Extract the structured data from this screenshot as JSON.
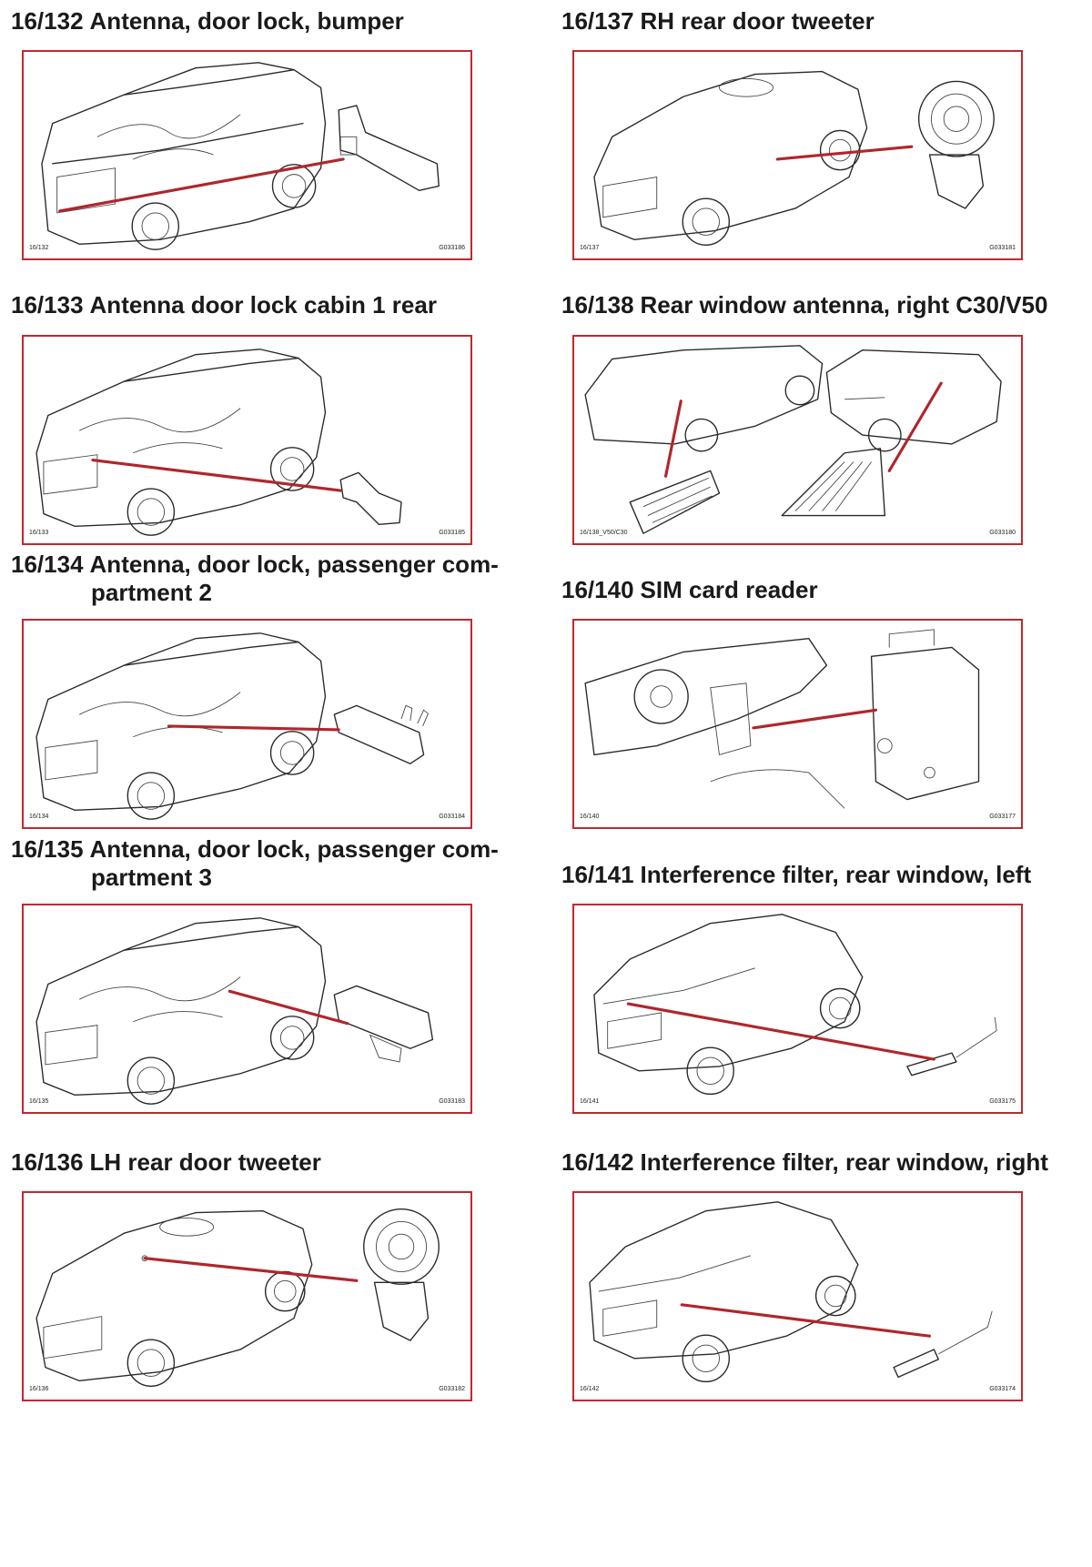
{
  "sections": [
    {
      "num": "16/132",
      "title": "Antenna, door lock, bumper",
      "title_cont": "",
      "ref": "16/132",
      "code": "G033186"
    },
    {
      "num": "16/133",
      "title": "Antenna door lock cabin 1 rear",
      "title_cont": "",
      "ref": "16/133",
      "code": "G033185"
    },
    {
      "num": "16/134",
      "title": "Antenna, door lock, passenger com-",
      "title_cont": "partment 2",
      "ref": "16/134",
      "code": "G033184"
    },
    {
      "num": "16/135",
      "title": "Antenna, door lock, passenger com-",
      "title_cont": "partment 3",
      "ref": "16/135",
      "code": "G033183"
    },
    {
      "num": "16/136",
      "title": "LH rear door tweeter",
      "title_cont": "",
      "ref": "16/136",
      "code": "G033182"
    },
    {
      "num": "16/137",
      "title": "RH rear door tweeter",
      "title_cont": "",
      "ref": "16/137",
      "code": "G033181"
    },
    {
      "num": "16/138",
      "title": "Rear window antenna, right C30/V50",
      "title_cont": "",
      "ref": "16/138_V50/C30",
      "code": "G033180"
    },
    {
      "num": "16/140",
      "title": "SIM card reader",
      "title_cont": "",
      "ref": "16/140",
      "code": "G033177"
    },
    {
      "num": "16/141",
      "title": "Interference filter, rear window, left",
      "title_cont": "",
      "ref": "16/141",
      "code": "G033175"
    },
    {
      "num": "16/142",
      "title": "Interference filter, rear window, right",
      "title_cont": "",
      "ref": "16/142",
      "code": "G033174"
    }
  ],
  "colors": {
    "frame": "#c0282e",
    "leader": "#b0262b",
    "linework": "#2a2a2a"
  }
}
